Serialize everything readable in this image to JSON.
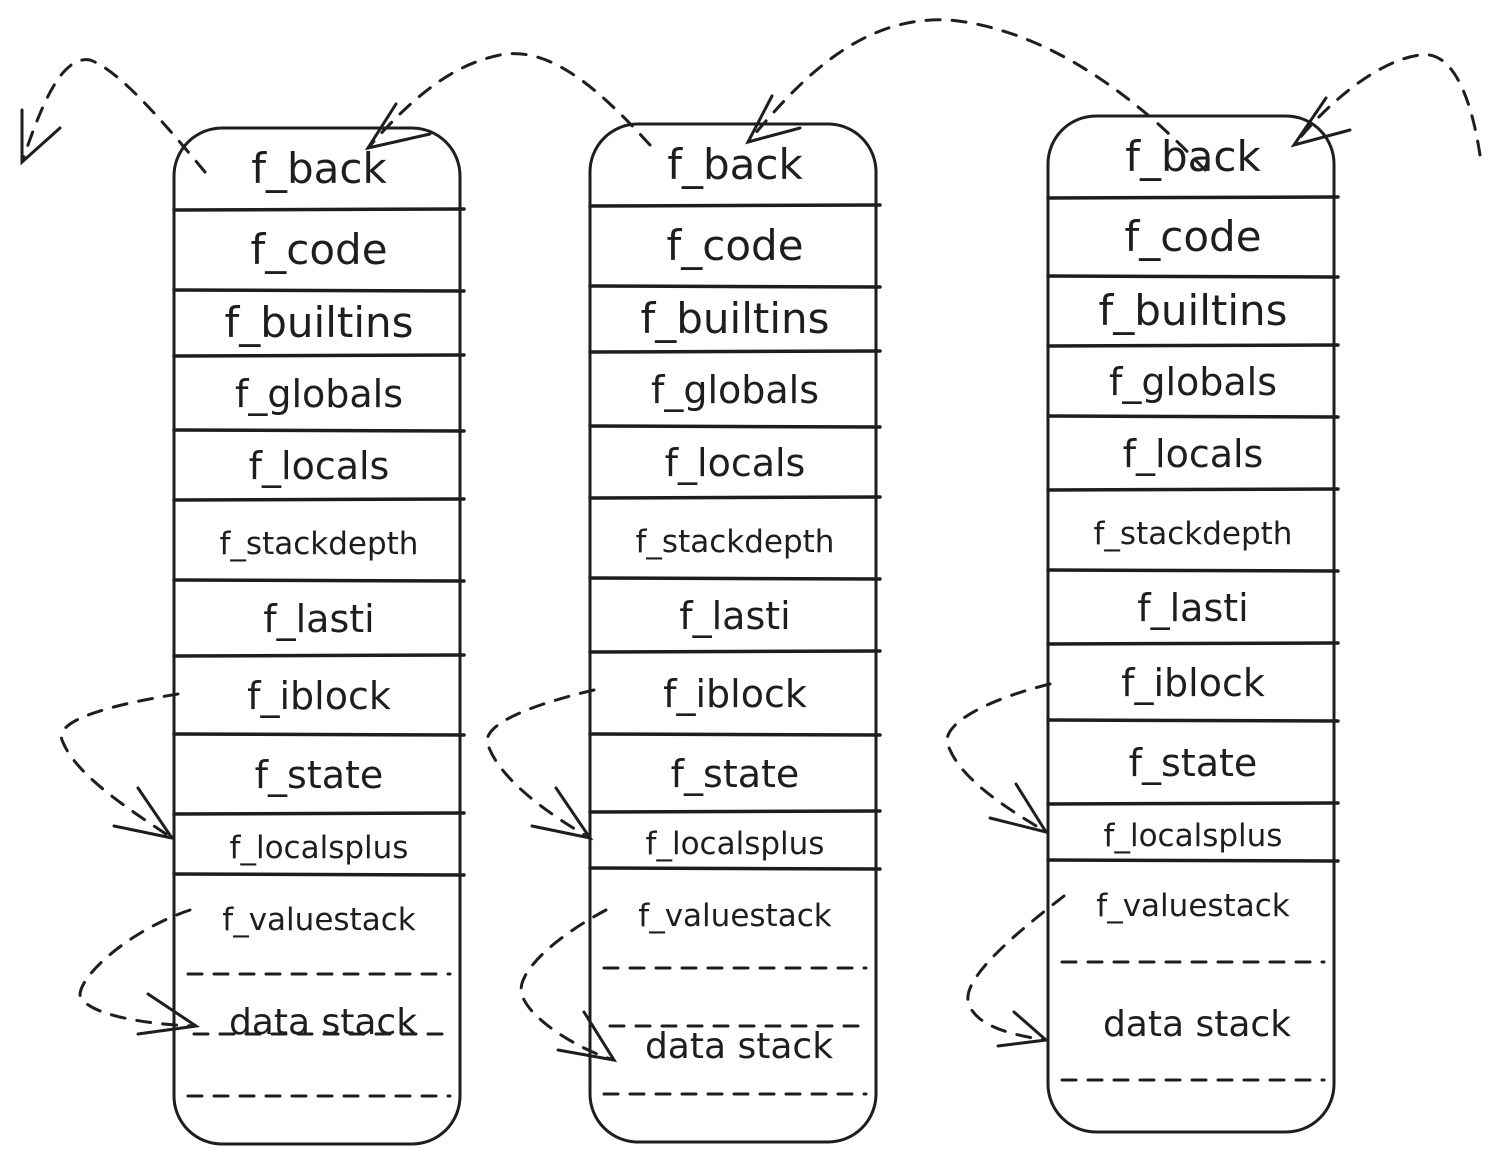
{
  "frames": [
    {
      "fields": [
        "f_back",
        "f_code",
        "f_builtins",
        "f_globals",
        "f_locals",
        "f_stackdepth",
        "f_lasti",
        "f_iblock",
        "f_state",
        "f_localsplus",
        "f_valuestack"
      ],
      "stack_label": "data stack"
    },
    {
      "fields": [
        "f_back",
        "f_code",
        "f_builtins",
        "f_globals",
        "f_locals",
        "f_stackdepth",
        "f_lasti",
        "f_iblock",
        "f_state",
        "f_localsplus",
        "f_valuestack"
      ],
      "stack_label": "data stack"
    },
    {
      "fields": [
        "f_back",
        "f_code",
        "f_builtins",
        "f_globals",
        "f_locals",
        "f_stackdepth",
        "f_lasti",
        "f_iblock",
        "f_state",
        "f_localsplus",
        "f_valuestack"
      ],
      "stack_label": "data stack"
    }
  ],
  "colors": {
    "stroke": "#1e1e1e",
    "background": "#ffffff"
  }
}
